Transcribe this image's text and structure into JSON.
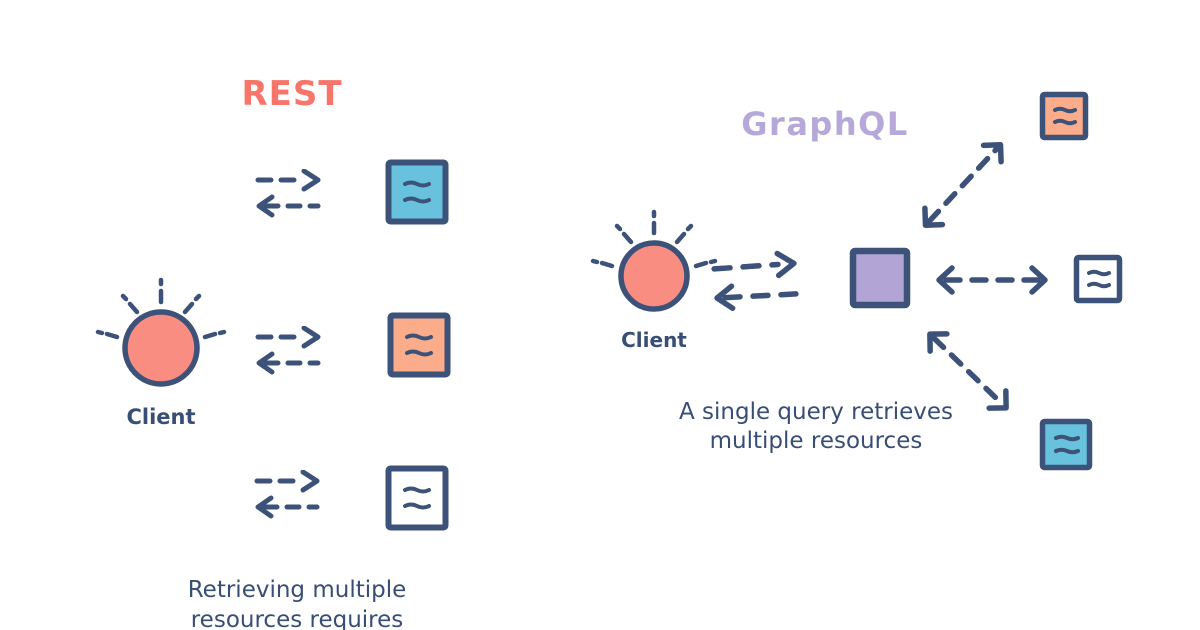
{
  "colors": {
    "bg": "#ffffff",
    "navy": "#3d5278",
    "ink": "#394e74",
    "salmon": "#f8756b",
    "salmon-fill": "#f98d82",
    "blue-fill": "#68c2de",
    "orange-fill": "#fbac8b",
    "purple-fill": "#b2a4d5",
    "lavender": "#b6a8d9",
    "white-fill": "#ffffff"
  },
  "rest": {
    "title": "REST",
    "client_label": "Client",
    "caption": {
      "line1": "Retrieving multiple",
      "line2": "resources requires"
    },
    "servers": [
      {
        "icon": "server-box-blue-icon",
        "color": "#68c2de"
      },
      {
        "icon": "server-box-orange-icon",
        "color": "#fbac8b"
      },
      {
        "icon": "server-box-white-icon",
        "color": "#ffffff"
      }
    ]
  },
  "graphql": {
    "title": "GraphQL",
    "client_label": "Client",
    "caption": {
      "line1": "A single query retrieves",
      "line2": "multiple resources"
    },
    "gateway": {
      "icon": "graphql-server-box-icon",
      "color": "#b2a4d5"
    },
    "resources": [
      {
        "icon": "resource-box-orange-icon",
        "color": "#fbac8b"
      },
      {
        "icon": "resource-box-white-icon",
        "color": "#ffffff"
      },
      {
        "icon": "resource-box-blue-icon",
        "color": "#68c2de"
      }
    ]
  }
}
